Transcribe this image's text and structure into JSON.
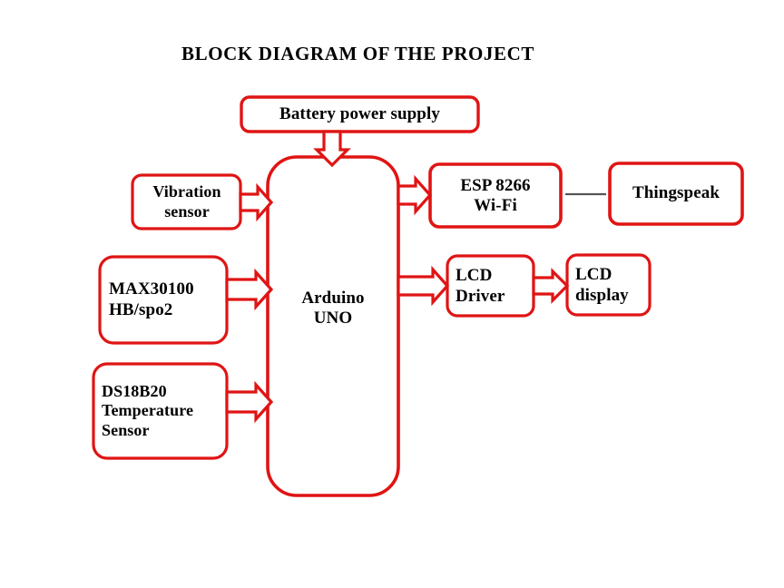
{
  "meta": {
    "title": "BLOCK DIAGRAM OF THE PROJECT",
    "background": "#ffffff",
    "box_stroke": "#e01414",
    "box_fill": "#ffffff",
    "arrow_stroke": "#e01414",
    "arrow_fill": "#ffffff",
    "link_stroke": "#555555",
    "text_color": "#000000"
  },
  "blocks": {
    "battery": {
      "label": "Battery power supply"
    },
    "arduino": {
      "line1": "Arduino",
      "line2": "UNO"
    },
    "vibration": {
      "line1": "Vibration",
      "line2": "sensor"
    },
    "max30100": {
      "line1": "MAX30100",
      "line2": "HB/spo2"
    },
    "ds18b20": {
      "line1": "DS18B20",
      "line2": "Temperature",
      "line3": "Sensor"
    },
    "esp8266": {
      "line1": "ESP 8266",
      "line2": "Wi-Fi"
    },
    "thingspeak": {
      "label": "Thingspeak"
    },
    "lcd_driver": {
      "line1": "LCD",
      "line2": "Driver"
    },
    "lcd_display": {
      "line1": "LCD",
      "line2": "display"
    }
  },
  "connections": [
    {
      "from": "battery",
      "to": "arduino",
      "style": "block-arrow",
      "direction": "down"
    },
    {
      "from": "vibration",
      "to": "arduino",
      "style": "block-arrow",
      "direction": "right"
    },
    {
      "from": "max30100",
      "to": "arduino",
      "style": "block-arrow",
      "direction": "right"
    },
    {
      "from": "ds18b20",
      "to": "arduino",
      "style": "block-arrow",
      "direction": "right"
    },
    {
      "from": "arduino",
      "to": "esp8266",
      "style": "block-arrow",
      "direction": "right"
    },
    {
      "from": "arduino",
      "to": "lcd_driver",
      "style": "block-arrow",
      "direction": "right"
    },
    {
      "from": "lcd_driver",
      "to": "lcd_display",
      "style": "block-arrow",
      "direction": "right"
    },
    {
      "from": "esp8266",
      "to": "thingspeak",
      "style": "plain-line",
      "direction": "right"
    }
  ]
}
